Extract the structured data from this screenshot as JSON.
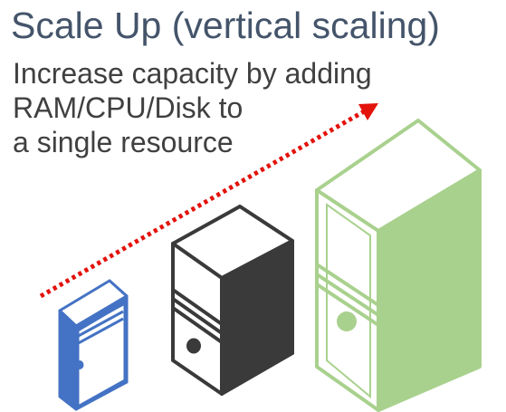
{
  "title": {
    "prefix": "Scale Up ",
    "paren_open": "(",
    "rest": "vertical scaling)"
  },
  "subtitle_lines": [
    "Increase capacity by adding",
    "RAM/CPU/Disk to",
    "a single resource"
  ],
  "colors": {
    "title": "#44546a",
    "text": "#404040",
    "arrow": "#e3120b",
    "small_server": "#4472c4",
    "medium_server": "#3a3a3a",
    "large_server": "#a9d18e"
  },
  "servers": [
    {
      "name": "small",
      "style": "filled-blue"
    },
    {
      "name": "medium",
      "style": "filled-dark"
    },
    {
      "name": "large",
      "style": "outline-green"
    }
  ]
}
